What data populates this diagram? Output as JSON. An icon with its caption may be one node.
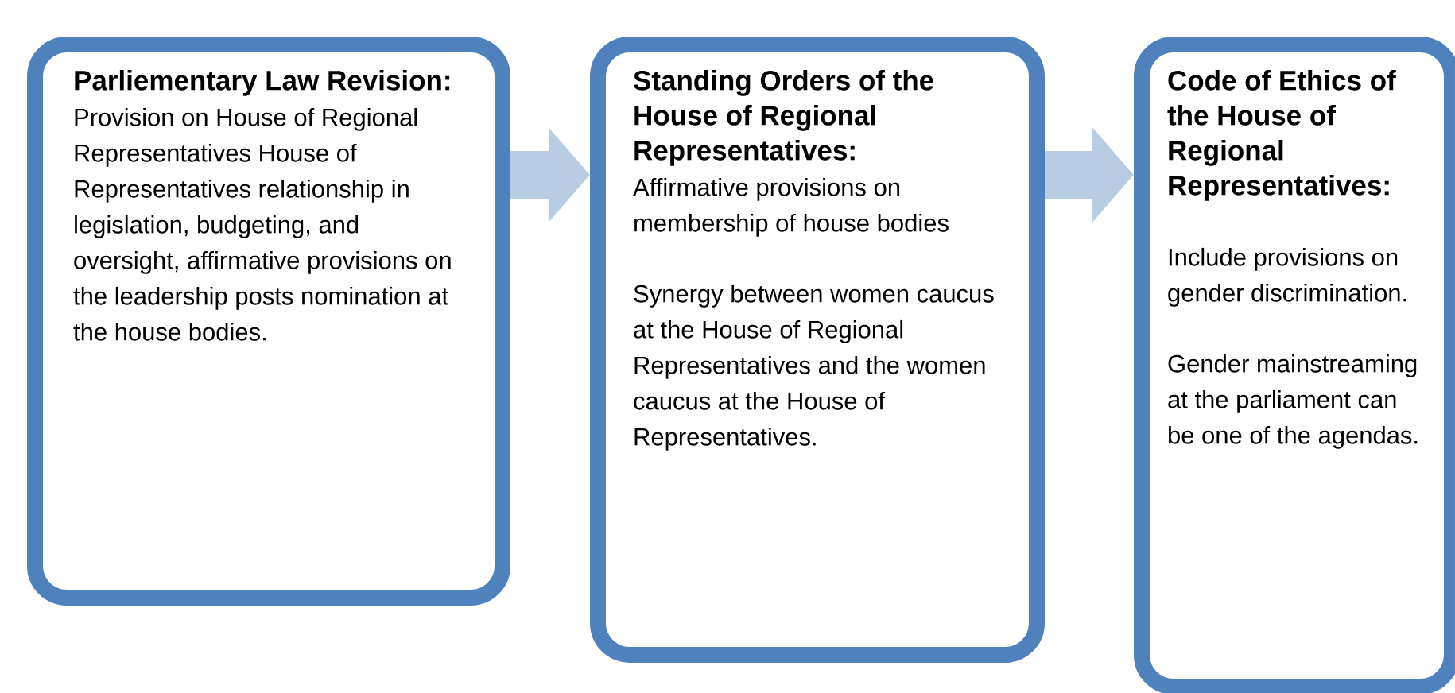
{
  "diagram": {
    "nodes": [
      {
        "text": [
          "Parliementary Law Revision:",
          "Provision on House of Regional Representatives House of Representatives relationship in legislation, budgeting, and oversight, affirmative provisions on the leadership posts nomination at the house bodies."
        ]
      },
      {
        "text": [
          "Standing Orders of the House of Regional Representatives:",
          "Affirmative provisions on membership of house bodies",
          "Synergy between women caucus at the House of Regional Representatives and the women caucus at the House of Representatives."
        ]
      },
      {
        "text": [
          "Code of Ethics of the House of Regional Representatives:",
          "Include provisions on gender discrimination.",
          "Gender mainstreaming at the parliament can be one of the agendas."
        ]
      }
    ],
    "edges": [
      {
        "from": 0,
        "to": 1,
        "arrow": "to"
      },
      {
        "from": 1,
        "to": 2,
        "arrow": "to"
      }
    ]
  }
}
